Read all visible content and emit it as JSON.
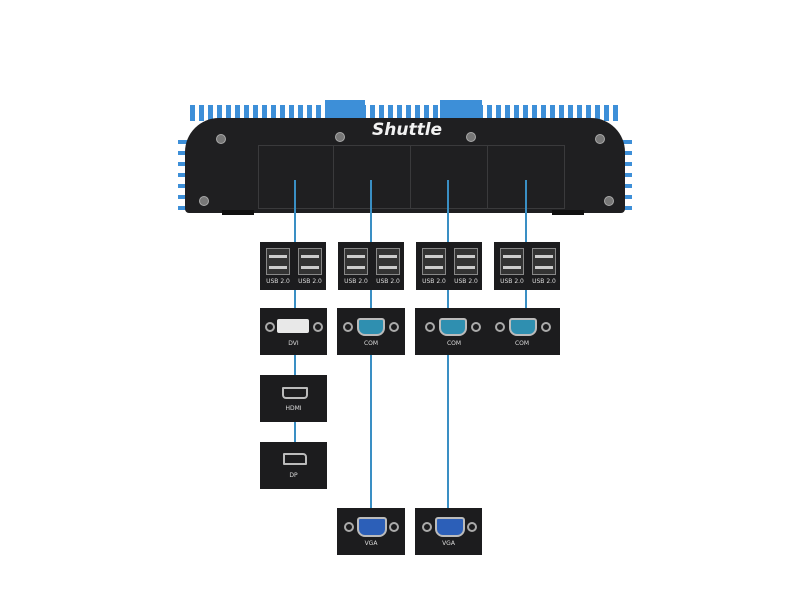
{
  "device": {
    "brand": "Shuttle"
  },
  "ports": {
    "usb": "USB 2.0",
    "dvi": "DVI",
    "com": "COM",
    "hdmi": "HDMI",
    "dp": "DP",
    "vga": "VGA"
  },
  "colors": {
    "fins": "#3d8fd8",
    "connector_line": "#3a8fc4",
    "panel": "#1c1c1e"
  }
}
